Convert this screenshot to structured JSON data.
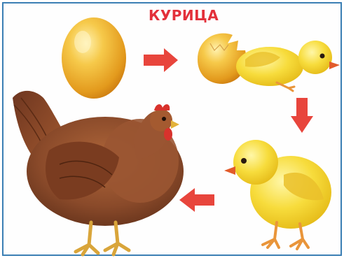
{
  "title": "КУРИЦА",
  "colors": {
    "title": "#e3303a",
    "arrow": "#e8453c",
    "border": "#3b7fb4",
    "egg": "#f4b52c",
    "chick": "#f6d737",
    "hen": "#8a4a2a"
  },
  "stages": [
    {
      "icon": "egg-icon"
    },
    {
      "icon": "hatching-chick-icon"
    },
    {
      "icon": "chick-icon"
    },
    {
      "icon": "hen-icon"
    }
  ],
  "arrows": [
    {
      "direction": "right"
    },
    {
      "direction": "down"
    },
    {
      "direction": "left"
    }
  ]
}
